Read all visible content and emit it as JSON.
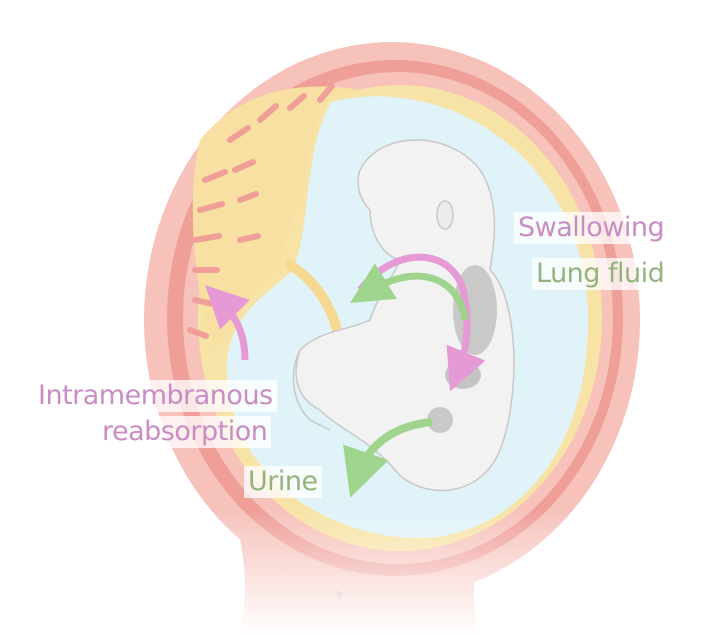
{
  "labels": {
    "swallowing": "Swallowing",
    "lung_fluid": "Lung fluid",
    "intramembranous_1": "Intramembranous",
    "intramembranous_2": "reabsorption",
    "urine": "Urine"
  },
  "colors": {
    "uterus_outer": "#f6c2ba",
    "uterus_wall": "#ef9e98",
    "membrane": "#f7e3a6",
    "amniotic_fluid": "#e0f3f9",
    "placenta": "#f8e0a2",
    "fetus": "#f2f2f2",
    "swallowing_arrow": "#e59ad6",
    "lung_fluid_arrow": "#9fd48d",
    "urine_arrow": "#9fd48d",
    "reabsorption_arrow": "#e59ad6"
  }
}
